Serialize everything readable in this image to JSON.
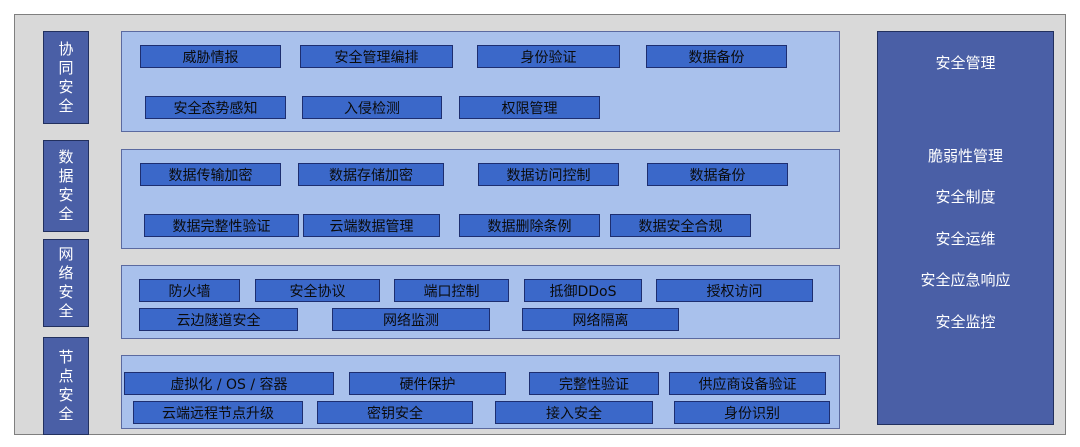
{
  "colors": {
    "frame": "#d9d9d9",
    "side": "#4a5fa6",
    "panel": "#a9c1ec",
    "box": "#3b68c9"
  },
  "layers": [
    {
      "name": "协同安全",
      "chars": [
        "协",
        "同",
        "安",
        "全"
      ],
      "rows": [
        [
          "威胁情报",
          "安全管理编排",
          "身份验证",
          "数据备份"
        ],
        [
          "安全态势感知",
          "入侵检测",
          "权限管理"
        ]
      ]
    },
    {
      "name": "数据安全",
      "chars": [
        "数",
        "据",
        "安",
        "全"
      ],
      "rows": [
        [
          "数据传输加密",
          "数据存储加密",
          "数据访问控制",
          "数据备份"
        ],
        [
          "数据完整性验证",
          "云端数据管理",
          "数据删除条例",
          "数据安全合规"
        ]
      ]
    },
    {
      "name": "网络安全",
      "chars": [
        "网",
        "络",
        "安",
        "全"
      ],
      "rows": [
        [
          "防火墙",
          "安全协议",
          "端口控制",
          "抵御DDoS",
          "授权访问"
        ],
        [
          "云边隧道安全",
          "网络监测",
          "网络隔离"
        ]
      ]
    },
    {
      "name": "节点安全",
      "chars": [
        "节",
        "点",
        "安",
        "全"
      ],
      "rows": [
        [
          "虚拟化 / OS / 容器",
          "硬件保护",
          "完整性验证",
          "供应商设备验证"
        ],
        [
          "云端远程节点升级",
          "密钥安全",
          "接入安全",
          "身份识别"
        ]
      ]
    }
  ],
  "right_panel": {
    "title": "安全管理",
    "items": [
      "脆弱性管理",
      "安全制度",
      "安全运维",
      "安全应急响应",
      "安全监控"
    ]
  }
}
